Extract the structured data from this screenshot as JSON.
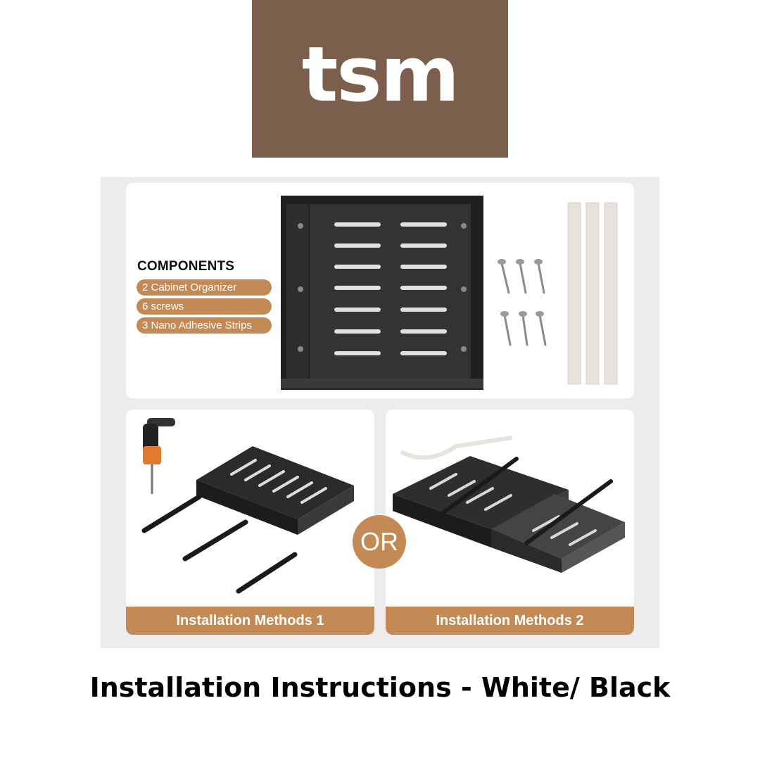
{
  "logo": {
    "text": "tsm"
  },
  "components": {
    "title": "COMPONENTS",
    "items": [
      "2 Cabinet Organizer",
      "6 screws",
      "3 Nano Adhesive Strips"
    ]
  },
  "methods": {
    "method1_label": "Installation Methods 1",
    "method2_label": "Installation Methods 2",
    "or_label": "OR"
  },
  "caption": "Installation Instructions - White/ Black",
  "colors": {
    "logo_bg": "#7b5e4b",
    "accent": "#c48a55",
    "panel_bg": "#ececec",
    "product": "#2b2b2b",
    "strips": "#e6e2dc"
  }
}
